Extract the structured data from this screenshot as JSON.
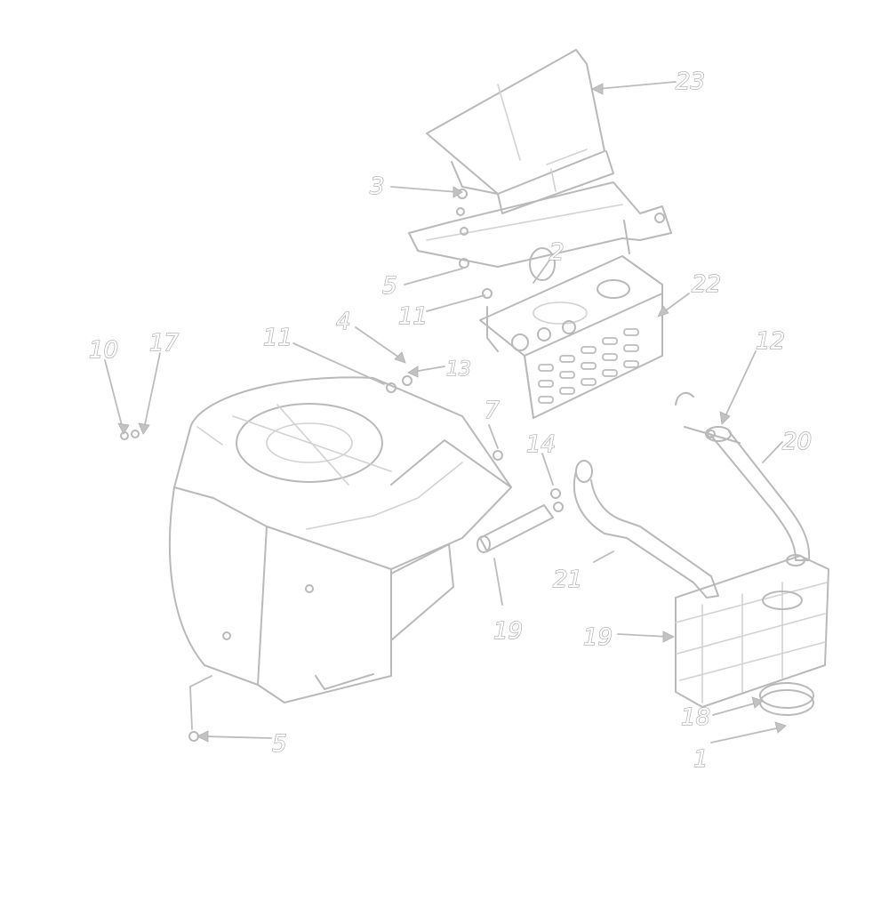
{
  "diagram": {
    "callouts": [
      {
        "id": "c23",
        "text": "23"
      },
      {
        "id": "c3",
        "text": "3"
      },
      {
        "id": "c5a",
        "text": "5"
      },
      {
        "id": "c2",
        "text": "2"
      },
      {
        "id": "c22",
        "text": "22"
      },
      {
        "id": "c1a",
        "text": "11"
      },
      {
        "id": "c4",
        "text": "4"
      },
      {
        "id": "c13a",
        "text": "13"
      },
      {
        "id": "c11",
        "text": "11"
      },
      {
        "id": "c10",
        "text": "10"
      },
      {
        "id": "c17",
        "text": "17"
      },
      {
        "id": "c7",
        "text": "7"
      },
      {
        "id": "c14",
        "text": "14"
      },
      {
        "id": "c12",
        "text": "12"
      },
      {
        "id": "c20",
        "text": "20"
      },
      {
        "id": "c21",
        "text": "21"
      },
      {
        "id": "c19a",
        "text": "19"
      },
      {
        "id": "c19b",
        "text": "19"
      },
      {
        "id": "c18",
        "text": "18"
      },
      {
        "id": "c1b",
        "text": "1"
      },
      {
        "id": "c5b",
        "text": "5"
      }
    ]
  }
}
